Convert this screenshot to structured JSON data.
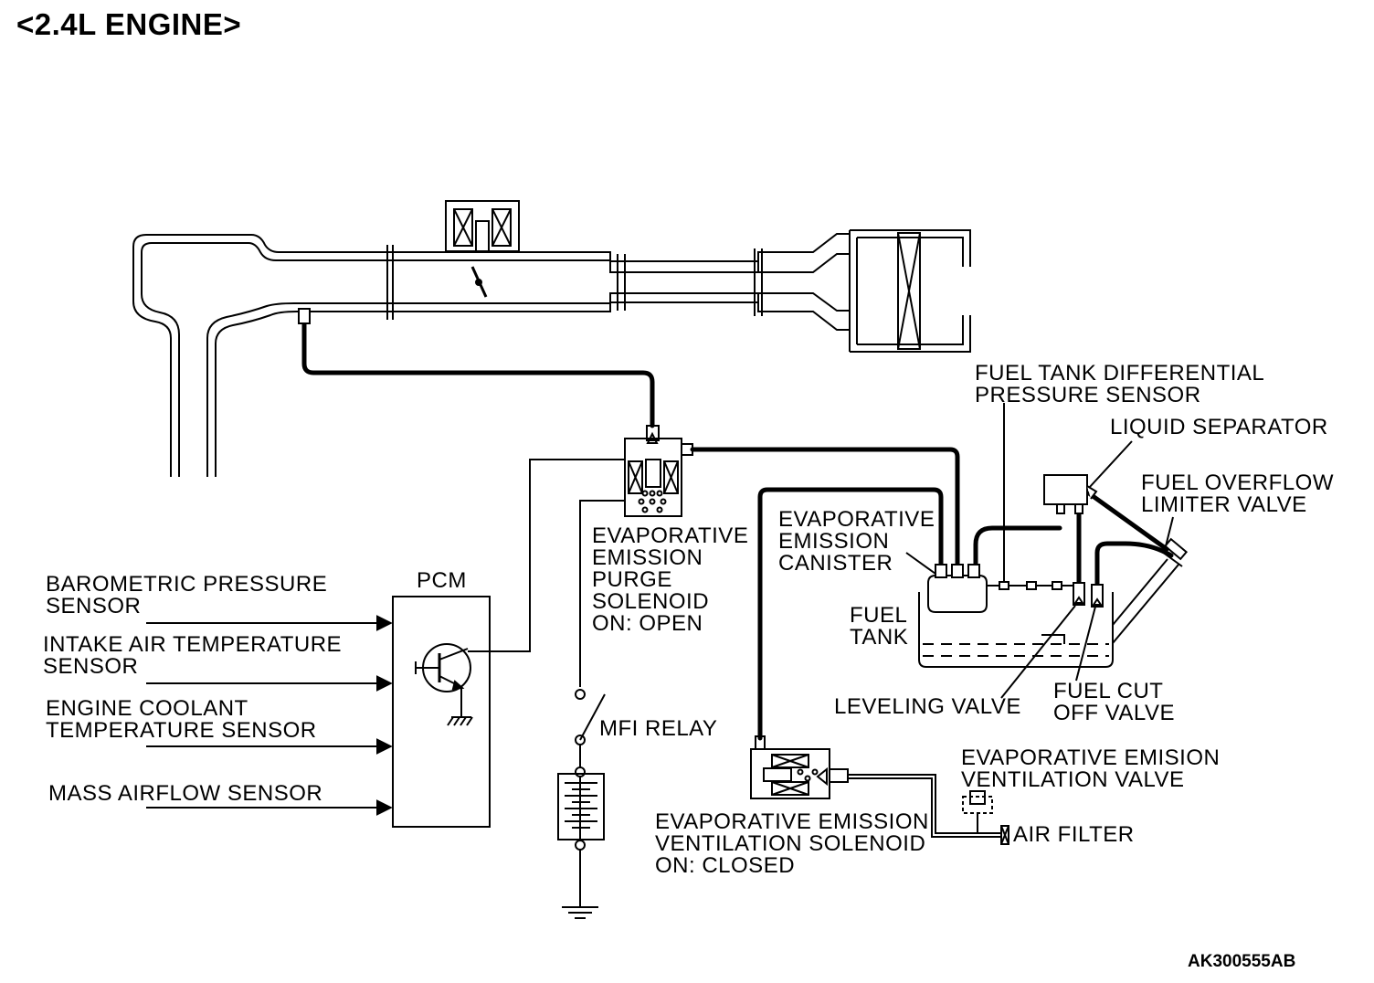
{
  "title": "<2.4L ENGINE>",
  "figure_code": "AK300555AB",
  "labels": {
    "pcm": "PCM",
    "barometric": "BAROMETRIC PRESSURE\nSENSOR",
    "intake_air": "INTAKE AIR TEMPERATURE\nSENSOR",
    "coolant": "ENGINE COOLANT\nTEMPERATURE SENSOR",
    "mass_airflow": "MASS AIRFLOW SENSOR",
    "purge_solenoid": "EVAPORATIVE\nEMISSION\nPURGE\nSOLENOID\nON: OPEN",
    "mfi_relay": "MFI RELAY",
    "canister": "EVAPORATIVE\nEMISSION\nCANISTER",
    "fuel_tank": "FUEL\nTANK",
    "diff_pressure": "FUEL TANK DIFFERENTIAL\nPRESSURE SENSOR",
    "liquid_separator": "LIQUID SEPARATOR",
    "overflow_valve": "FUEL OVERFLOW\nLIMITER VALVE",
    "leveling_valve": "LEVELING VALVE",
    "fuel_cut": "FUEL CUT\nOFF VALVE",
    "vent_valve": "EVAPORATIVE EMISION\nVENTILATION VALVE",
    "air_filter": "AIR FILTER",
    "vent_solenoid": "EVAPORATIVE EMISSION\nVENTILATION SOLENOID\nON: CLOSED"
  }
}
